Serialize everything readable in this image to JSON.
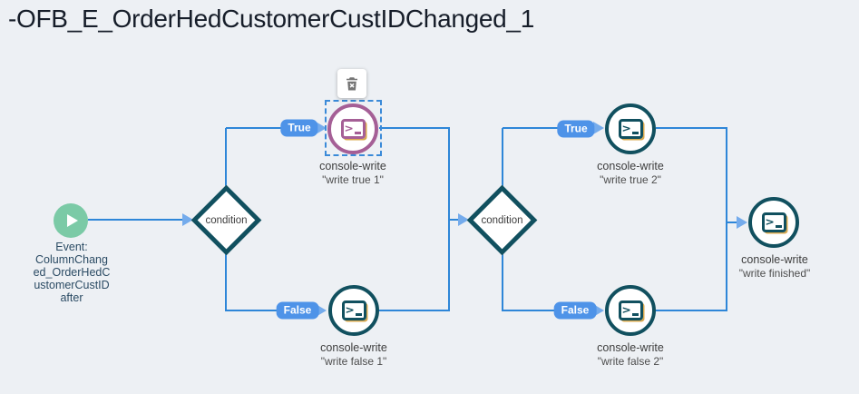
{
  "page": {
    "title": "-OFB_E_OrderHedCustomerCustIDChanged_1"
  },
  "colors": {
    "bg": "#edf0f4",
    "line-blue": "#2e86d8",
    "arrow-blue": "#74abec",
    "badge-blue": "#4e93e8",
    "teal": "#11505f",
    "purple": "#a55f96",
    "gold": "#d8a84e",
    "event-green": "#7bcaa6",
    "selection-blue": "#3a8ad8",
    "trash-gray": "#757575",
    "text-dark": "#3d3d3d",
    "event-text": "#2b4b64",
    "title-color": "#161d29"
  },
  "icons": {
    "event": "play-icon",
    "console": "terminal-icon",
    "delete": "trash-icon"
  },
  "flow": {
    "event": {
      "label_lines": [
        "Event:",
        "ColumnChang",
        "ed_OrderHedC",
        "ustomerCustID",
        "after"
      ]
    },
    "conditions": [
      {
        "label": "condition"
      },
      {
        "label": "condition"
      }
    ],
    "badges": [
      {
        "label": "True"
      },
      {
        "label": "False"
      },
      {
        "label": "True"
      },
      {
        "label": "False"
      }
    ],
    "console_nodes": [
      {
        "title": "console-write",
        "subtitle": "\"write true 1\"",
        "selected": true
      },
      {
        "title": "console-write",
        "subtitle": "\"write false 1\"",
        "selected": false
      },
      {
        "title": "console-write",
        "subtitle": "\"write true 2\"",
        "selected": false
      },
      {
        "title": "console-write",
        "subtitle": "\"write false 2\"",
        "selected": false
      },
      {
        "title": "console-write",
        "subtitle": "\"write finished\"",
        "selected": false
      }
    ]
  }
}
